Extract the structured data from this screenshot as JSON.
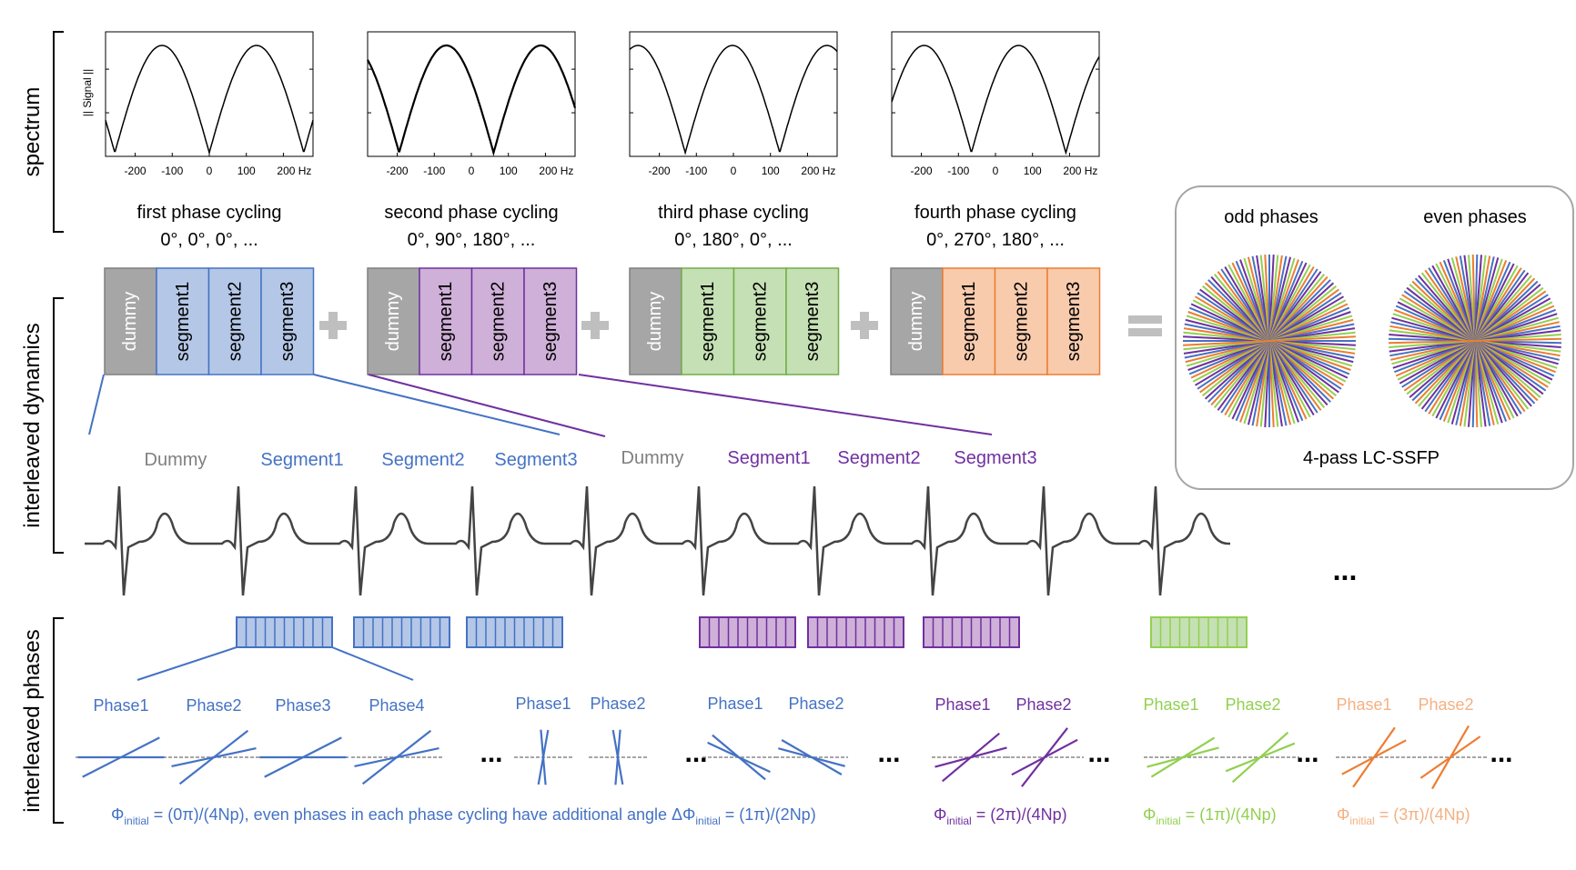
{
  "colors": {
    "blue": "#4472c4",
    "purple": "#7030a0",
    "green": "#92d050",
    "orange": "#f4b183",
    "gray": "#7f7f7f",
    "ecg": "#444444",
    "blue_fill": "#b4c7e7",
    "purple_fill": "#cfb0d8",
    "green_fill": "#c5e0b4",
    "orange_fill": "#f8cbad",
    "orange_stroke": "#ed7d31",
    "green_stroke": "#70ad47",
    "dummy_fill": "#a6a6a6"
  },
  "row_labels": {
    "spectrum": "spectrum",
    "dynamics": "interleaved dynamics",
    "phases": "interleaved phases"
  },
  "spectrum": {
    "ylabel": "|| Signal ||",
    "ticks": [
      "-200",
      "-100",
      "0",
      "100",
      "200 Hz"
    ],
    "cyclings": [
      {
        "name": "first phase cycling",
        "angles": "0°, 0°, 0°, ..."
      },
      {
        "name": "second phase cycling",
        "angles": "0°, 90°, 180°, ..."
      },
      {
        "name": "third phase cycling",
        "angles": "0°, 180°, 0°, ..."
      },
      {
        "name": "fourth phase cycling",
        "angles": "0°, 270°, 180°, ..."
      }
    ]
  },
  "blocks": {
    "dummy": "dummy",
    "segments": [
      "segment1",
      "segment2",
      "segment3"
    ]
  },
  "operators": {
    "plus": "+",
    "equals": "="
  },
  "result": {
    "odd": "odd phases",
    "even": "even phases",
    "title": "4-pass LC-SSFP"
  },
  "timeline_labels": [
    "Dummy",
    "Segment1",
    "Segment2",
    "Segment3",
    "Dummy",
    "Segment1",
    "Segment2",
    "Segment3"
  ],
  "ellipsis": "...",
  "phase_labels": {
    "first": [
      "Phase1",
      "Phase2",
      "Phase3",
      "Phase4"
    ],
    "pair": [
      "Phase1",
      "Phase2"
    ]
  },
  "formulas": {
    "blue_prefix": "Φ",
    "sub": "initial",
    "blue_rest": " = (0π)/(4Np), even phases in each phase cycling have additional angle ΔΦ",
    "blue_tail": " = (1π)/(2Np)",
    "purple_rest": " = (2π)/(4Np)",
    "green_rest": " = (1π)/(4Np)",
    "orange_rest": " = (3π)/(4Np)"
  }
}
